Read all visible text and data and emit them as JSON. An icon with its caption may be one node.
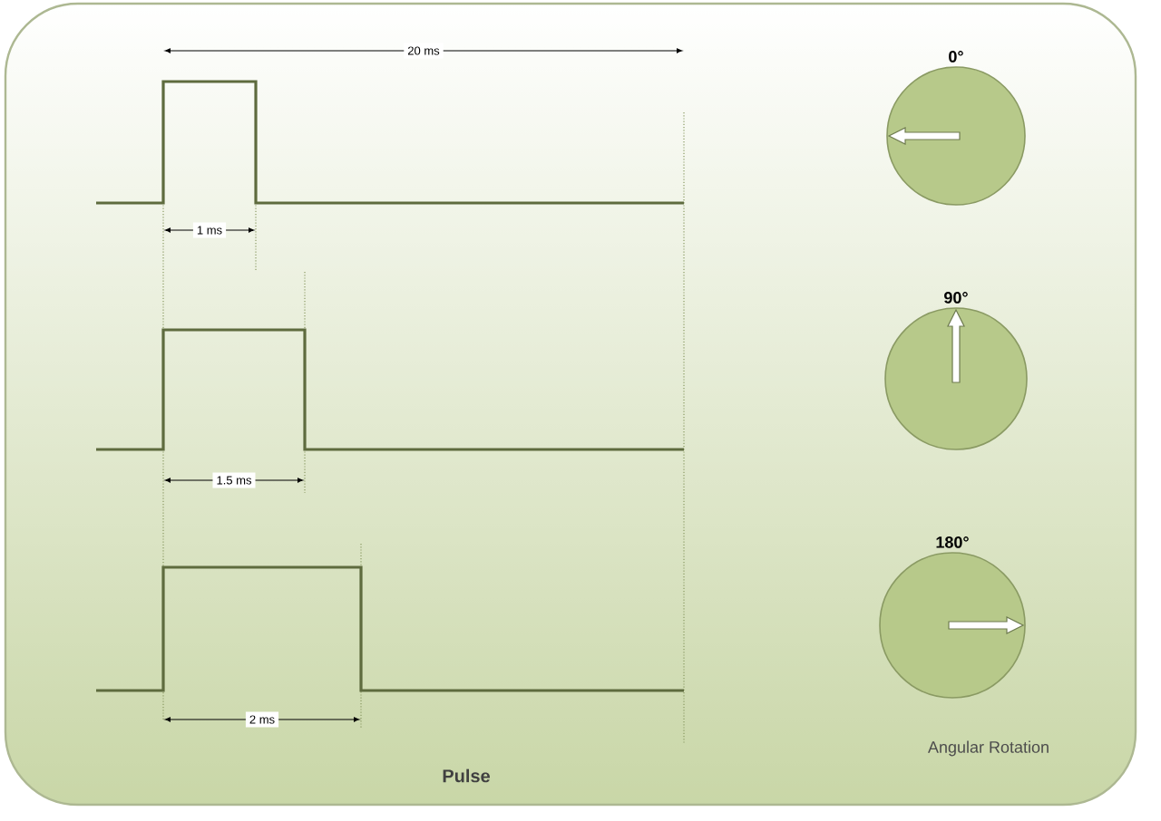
{
  "diagram": {
    "nodes": [
      {
        "text": [
          "0°"
        ]
      },
      {
        "text": [
          "90°"
        ]
      },
      {
        "text": [
          "180°"
        ]
      }
    ],
    "labels": [
      "20 ms",
      "1 ms",
      "1.5 ms",
      "2 ms",
      "Pulse",
      "Angular Rotation"
    ]
  }
}
